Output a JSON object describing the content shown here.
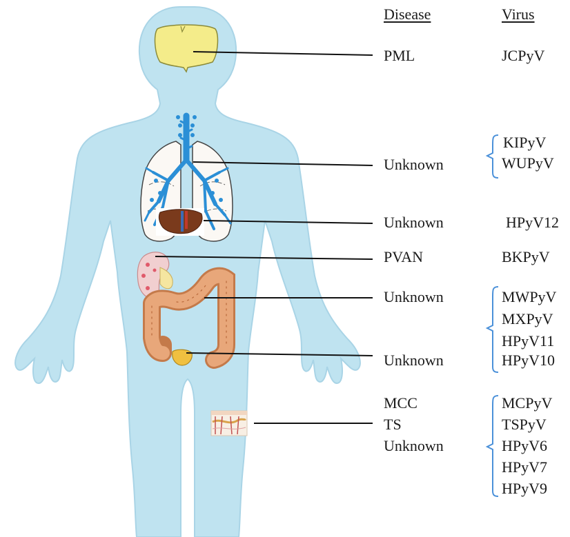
{
  "headers": {
    "disease": "Disease",
    "virus": "Virus"
  },
  "rows": [
    {
      "disease": "PML",
      "viruses": [
        "JCPyV"
      ]
    },
    {
      "disease": "Unknown",
      "viruses": [
        "KIPyV",
        "WUPyV"
      ]
    },
    {
      "disease": "Unknown",
      "viruses": [
        "HPyV12"
      ]
    },
    {
      "disease": "PVAN",
      "viruses": [
        "BKPyV"
      ]
    },
    {
      "disease": "Unknown",
      "viruses": [
        "MWPyV",
        "MXPyV",
        "HPyV11"
      ]
    },
    {
      "disease": "Unknown",
      "viruses": [
        "HPyV10"
      ]
    },
    {
      "disease": [
        "MCC",
        "TS",
        "Unknown"
      ],
      "viruses": [
        "MCPyV",
        "TSPyV",
        "HPyV6",
        "HPyV7",
        "HPyV9"
      ]
    }
  ],
  "colors": {
    "body": "#bfe3f0",
    "brain": "#f4ec8a",
    "airway": "#2b8fd6",
    "lung": "#fbf8f4",
    "liver": "#7a3a1c",
    "intestine": "#e8a77a",
    "kidney": "#f1cfd0",
    "bladder": "#f0c040",
    "bracket": "#4a90d9"
  },
  "icons": {
    "brain": "brain-icon",
    "lungs": "lungs-icon",
    "liver": "liver-icon",
    "kidney": "kidney-icon",
    "intestine": "intestine-icon",
    "bladder": "bladder-icon",
    "skin": "skin-icon"
  }
}
